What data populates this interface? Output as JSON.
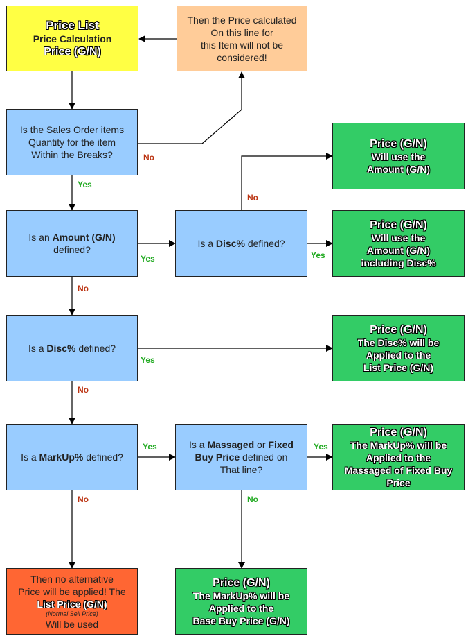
{
  "boxes": {
    "price_list": {
      "line1": "Price List",
      "line2": "Price Calculation",
      "line3": "Price (G/N)"
    },
    "not_considered": {
      "line1": "Then the Price calculated",
      "line2": "On this line for",
      "line3": "this Item will not be",
      "line4": "considered!"
    },
    "q_breaks": {
      "line1": "Is the Sales Order items",
      "line2": "Quantity for the item",
      "line3": "Within the Breaks?"
    },
    "q_amount": {
      "pre": "Is an ",
      "bold": "Amount (G/N)",
      "line2": "defined?"
    },
    "q_disc_inner": {
      "pre": "Is a ",
      "bold": "Disc%",
      "post": " defined?"
    },
    "q_disc": {
      "pre": "Is a ",
      "bold": "Disc%",
      "post": " defined?"
    },
    "q_markup": {
      "pre": "Is a ",
      "bold": "MarkUp%",
      "post": " defined?"
    },
    "q_massaged": {
      "pre": "Is a ",
      "bold1": "Massaged",
      "mid": " or ",
      "bold2": "Fixed",
      "line2_bold": "Buy Price",
      "line2_post": " defined on",
      "line3": "That line?"
    },
    "r_amount": {
      "title": "Price (G/N)",
      "line1": "Will use the",
      "line2": "Amount (G/N)"
    },
    "r_amount_disc": {
      "title": "Price (G/N)",
      "line1": "Will use the",
      "line2": "Amount (G/N)",
      "line3": "including Disc%"
    },
    "r_disc": {
      "title": "Price (G/N)",
      "line1": "The Disc% will be",
      "line2": "Applied to the",
      "line3": "List Price (G/N)"
    },
    "r_markup_massaged": {
      "title": "Price (G/N)",
      "line1": "The MarkUp% will be",
      "line2": "Applied to the",
      "line3": "Massaged of Fixed Buy",
      "line4": "Price"
    },
    "r_markup_base": {
      "title": "Price (G/N)",
      "line1": "The MarkUp% will be",
      "line2": "Applied to the",
      "line3": "Base Buy Price (G/N)"
    },
    "r_no_alt": {
      "line1": "Then no alternative",
      "line2": "Price will be applied! The",
      "line3": "List Price (G/N)",
      "line4": "(Normal Sell Price)",
      "line5": "Will be used"
    }
  },
  "labels": {
    "no1": "No",
    "yes1": "Yes",
    "no2": "No",
    "yes2": "Yes",
    "yes3": "Yes",
    "no3": "No",
    "yes4": "Yes",
    "no4": "No",
    "yes5": "Yes",
    "yes6": "Yes",
    "no5": "No",
    "no6": "No"
  },
  "colors": {
    "start": "#ffff44",
    "note": "#ffcc99",
    "question": "#99ccff",
    "result": "#33cc66",
    "default": "#ff6633",
    "yes": "#22aa22",
    "no": "#bb3311"
  }
}
